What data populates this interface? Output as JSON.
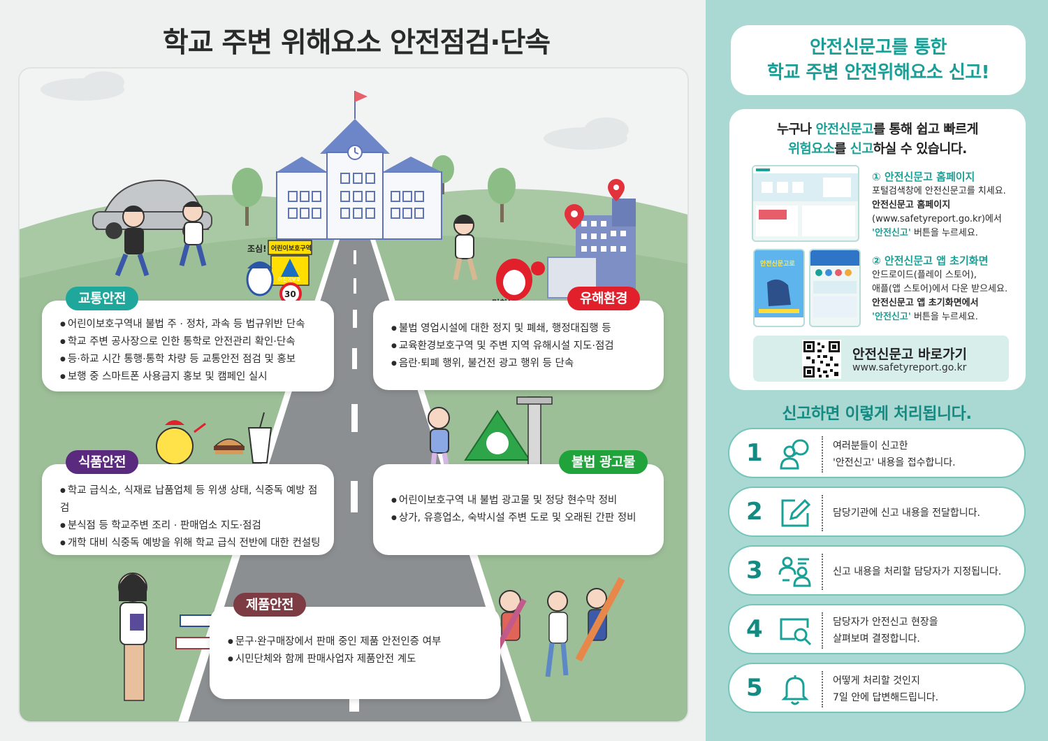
{
  "title": "학교 주변 위해요소 안전점검·단속",
  "illustration": {
    "sign_text": "어린이보호구역",
    "sign_sub": "어린이보호",
    "speed_limit": "30",
    "careful_bubble": "조심!",
    "stop_bubble": "멈춰!"
  },
  "sections": {
    "traffic": {
      "label": "교통안전",
      "items": [
        "어린이보호구역내 불법 주 · 정차, 과속 등 법규위반 단속",
        "학교 주변 공사장으로 인한 통학로 안전관리 확인·단속",
        "등·하교 시간 통행·통학 차량 등 교통안전 점검 및 홍보",
        "보행 중 스마트폰 사용금지 홍보 및 캠페인 실시"
      ]
    },
    "environment": {
      "label": "유해환경",
      "items": [
        "불법 영업시설에 대한 정지 및 폐쇄, 행정대집행 등",
        "교육환경보호구역 및 주변 지역 유해시설 지도·점검",
        "음란·퇴폐 행위, 불건전 광고 행위 등 단속"
      ]
    },
    "food": {
      "label": "식품안전",
      "items": [
        "학교 급식소, 식재료 납품업체 등 위생 상태, 식중독 예방 점검",
        "분식점 등 학교주변 조리 · 판매업소 지도·점검",
        "개학 대비 식중독 예방을 위해 학교 급식 전반에 대한 컨설팅"
      ]
    },
    "ads": {
      "label": "불법 광고물",
      "items": [
        "어린이보호구역 내 불법 광고물 및 정당 현수막 정비",
        "상가, 유흥업소, 숙박시설 주변 도로 및 오래된 간판 정비"
      ]
    },
    "product": {
      "label": "제품안전",
      "items": [
        "문구·완구매장에서 판매 중인 제품 안전인증 여부",
        "시민단체와 함께 판매사업자 제품안전 계도"
      ]
    }
  },
  "right": {
    "headline_line1": "안전신문고를 통한",
    "headline_line2": "학교 주변 안전위해요소 신고!",
    "intro_part1": "누구나 ",
    "intro_hl1": "안전신문고",
    "intro_part2": "를 통해 쉽고 빠르게",
    "intro_hl2": "위험요소",
    "intro_part3": "를 ",
    "intro_hl3": "신고",
    "intro_part4": "하실 수 있습니다.",
    "method1": {
      "title": "① 안전신문고 홈페이지",
      "line1": "포털검색창에 안전신문고를 치세요.",
      "line2": "안전신문고 홈페이지",
      "line3": "(www.safetyreport.go.kr)에서",
      "line4_hl": "'안전신고'",
      "line4": " 버튼을 누르세요."
    },
    "method2": {
      "title": "② 안전신문고 앱 초기화면",
      "line1": "안드로이드(플레이 스토어),",
      "line2": "애플(앱 스토어)에서 다운 받으세요.",
      "line3": "안전신문고 앱 초기화면에서",
      "line4_hl": "'안전신고'",
      "line4": " 버튼을 누르세요."
    },
    "app_banner": "안전신문고로",
    "shortcut_title": "안전신문고 바로가기",
    "shortcut_url": "www.safetyreport.go.kr",
    "process_title": "신고하면 이렇게 처리됩니다.",
    "steps": [
      {
        "num": "1",
        "text": "여러분들이 신고한\n'안전신고' 내용을 접수합니다.",
        "icon": "chat-user-icon"
      },
      {
        "num": "2",
        "text": "담당기관에 신고 내용을 전달합니다.",
        "icon": "edit-icon"
      },
      {
        "num": "3",
        "text": "신고 내용을 처리할 담당자가 지정됩니다.",
        "icon": "users-icon"
      },
      {
        "num": "4",
        "text": "담당자가 안전신고 현장을\n살펴보며 결정합니다.",
        "icon": "monitor-search-icon"
      },
      {
        "num": "5",
        "text": "어떻게 처리할 것인지\n7일 안에 답변해드립니다.",
        "icon": "bell-icon"
      }
    ]
  },
  "colors": {
    "teal": "#17a197",
    "traffic": "#1fa79b",
    "environment": "#e2202c",
    "food": "#5a2a7e",
    "ads": "#1fa33a",
    "product": "#7d3b43",
    "right_bg": "#a9d9d2"
  }
}
